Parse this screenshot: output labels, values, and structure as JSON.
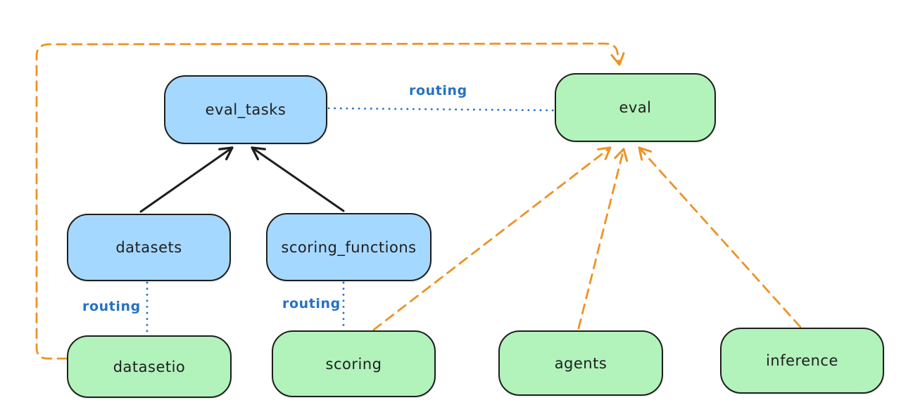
{
  "diagram": {
    "type": "architecture-diagram",
    "colors": {
      "background": "#ffffff",
      "blue_fill": "#a5d8ff",
      "green_fill": "#b2f2bb",
      "node_stroke": "#1e1e1e",
      "routing_blue": "#2572c4",
      "orange": "#ee9225"
    },
    "nodes": {
      "eval_tasks": {
        "label": "eval_tasks",
        "fill": "blue"
      },
      "eval": {
        "label": "eval",
        "fill": "green"
      },
      "datasets": {
        "label": "datasets",
        "fill": "blue"
      },
      "scoring_functions": {
        "label": "scoring_functions",
        "fill": "blue"
      },
      "datasetio": {
        "label": "datasetio",
        "fill": "green"
      },
      "scoring": {
        "label": "scoring",
        "fill": "green"
      },
      "agents": {
        "label": "agents",
        "fill": "green"
      },
      "inference": {
        "label": "inference",
        "fill": "green"
      }
    },
    "edges": [
      {
        "from": "datasets",
        "to": "eval_tasks",
        "style": "solid-arrow",
        "color": "black",
        "label": ""
      },
      {
        "from": "scoring_functions",
        "to": "eval_tasks",
        "style": "solid-arrow",
        "color": "black",
        "label": ""
      },
      {
        "from": "eval_tasks",
        "to": "eval",
        "style": "dotted",
        "color": "blue",
        "label": "routing"
      },
      {
        "from": "datasets",
        "to": "datasetio",
        "style": "dotted",
        "color": "blue",
        "label": "routing"
      },
      {
        "from": "scoring_functions",
        "to": "scoring",
        "style": "dotted",
        "color": "blue",
        "label": "routing"
      },
      {
        "from": "datasetio",
        "to": "eval",
        "style": "dashed-arrow",
        "color": "orange",
        "label": ""
      },
      {
        "from": "scoring",
        "to": "eval",
        "style": "dashed-arrow",
        "color": "orange",
        "label": ""
      },
      {
        "from": "agents",
        "to": "eval",
        "style": "dashed-arrow",
        "color": "orange",
        "label": ""
      },
      {
        "from": "inference",
        "to": "eval",
        "style": "dashed-arrow",
        "color": "orange",
        "label": ""
      }
    ]
  }
}
